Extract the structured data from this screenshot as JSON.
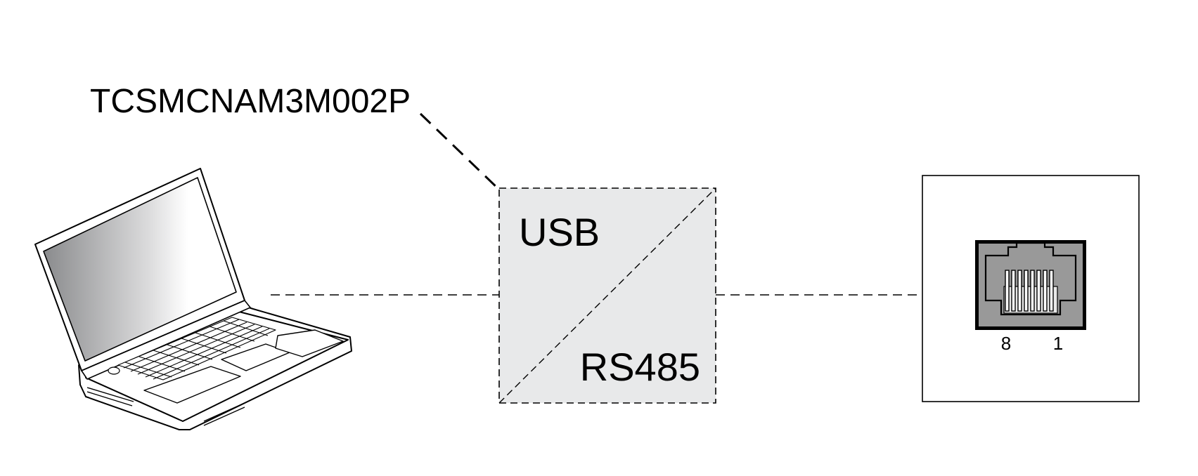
{
  "diagram": {
    "part_number": "TCSMCNAM3M002P",
    "converter": {
      "top_label": "USB",
      "bottom_label": "RS485"
    },
    "port": {
      "pin_left_label": "8",
      "pin_right_label": "1"
    }
  },
  "icons": {
    "laptop": "laptop-icon",
    "port": "rj45-port-icon"
  },
  "colors": {
    "converter_fill": "#e8e9ea",
    "port_body": "#999999",
    "line": "#000000"
  }
}
